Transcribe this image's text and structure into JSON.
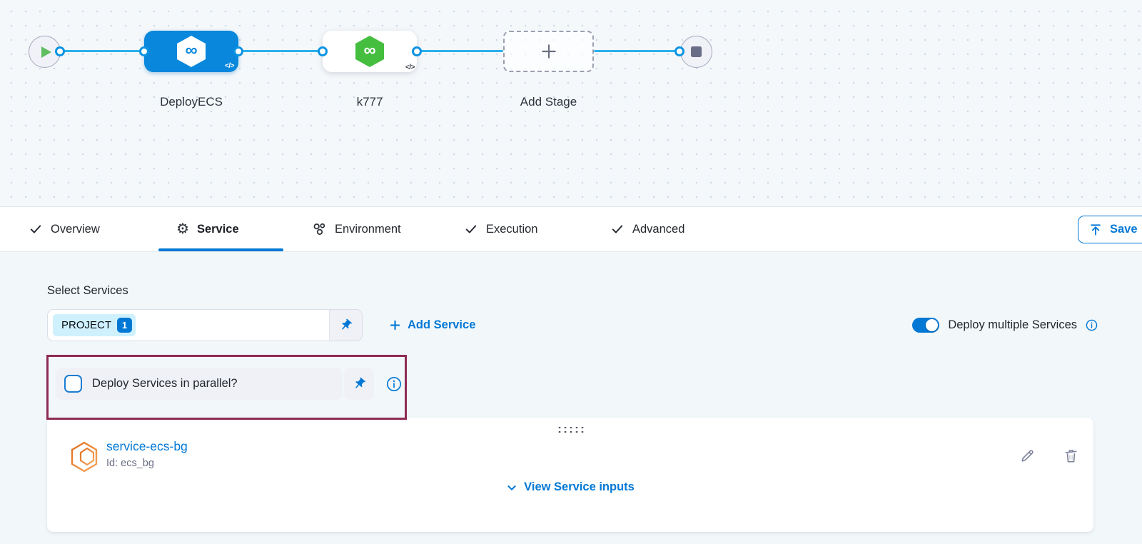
{
  "canvas": {
    "stages": [
      {
        "name": "DeployECS",
        "badge": "</>"
      },
      {
        "name": "k777",
        "badge": "</>"
      },
      {
        "name": "Add Stage"
      }
    ]
  },
  "tabs": {
    "items": [
      {
        "label": "Overview"
      },
      {
        "label": "Service"
      },
      {
        "label": "Environment"
      },
      {
        "label": "Execution"
      },
      {
        "label": "Advanced"
      }
    ],
    "save_label": "Save"
  },
  "form": {
    "select_services_label": "Select Services",
    "chip_text": "PROJECT",
    "chip_count": "1",
    "add_service_label": "Add Service",
    "deploy_multiple_label": "Deploy multiple Services",
    "parallel_label": "Deploy Services in parallel?"
  },
  "service_card": {
    "name": "service-ecs-bg",
    "id_text": "Id: ecs_bg",
    "view_inputs_label": "View Service inputs"
  },
  "colors": {
    "primary": "#0278D5",
    "edge_line": "#2CB1EA",
    "stage_blue": "#0887DC",
    "stage_green": "#45BE3F",
    "annotation": "#8E2C55"
  }
}
